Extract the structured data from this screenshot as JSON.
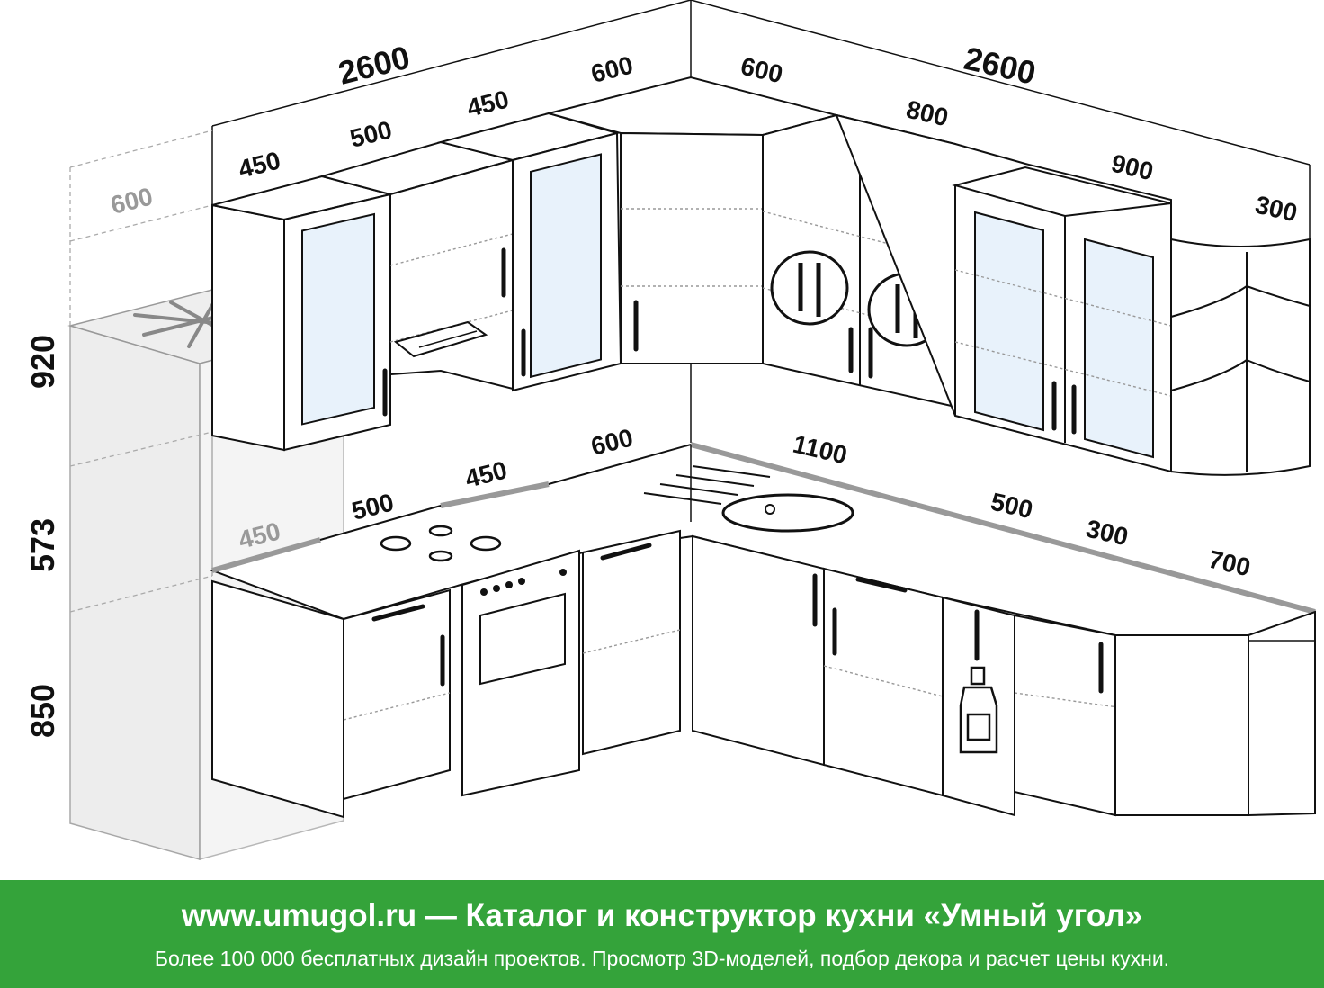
{
  "colors": {
    "footer_background": "#34a33a",
    "footer_text": "#ffffff",
    "glass": "#e8f2fb",
    "outline": "#111111",
    "guide_grey": "#999999"
  },
  "icons": [
    "snowflake-icon",
    "fork-knife-plate-icon",
    "bottle-icon",
    "cooktop-burner-icon"
  ],
  "dimensions": {
    "wall_left_total": "2600",
    "wall_right_total": "2600",
    "upper_left": [
      "450",
      "500",
      "450",
      "600"
    ],
    "upper_right": [
      "600",
      "800",
      "900",
      "300"
    ],
    "lower_left": [
      "450",
      "500",
      "450",
      "600"
    ],
    "lower_right": [
      "1100",
      "500",
      "300",
      "700"
    ],
    "fridge_depth": "600",
    "heights": [
      "920",
      "573",
      "850"
    ]
  },
  "footer": {
    "title": "www.umugol.ru — Каталог и конструктор кухни «Умный угол»",
    "subtitle": "Более 100 000 бесплатных дизайн проектов. Просмотр 3D-моделей, подбор декора и расчет цены кухни."
  }
}
